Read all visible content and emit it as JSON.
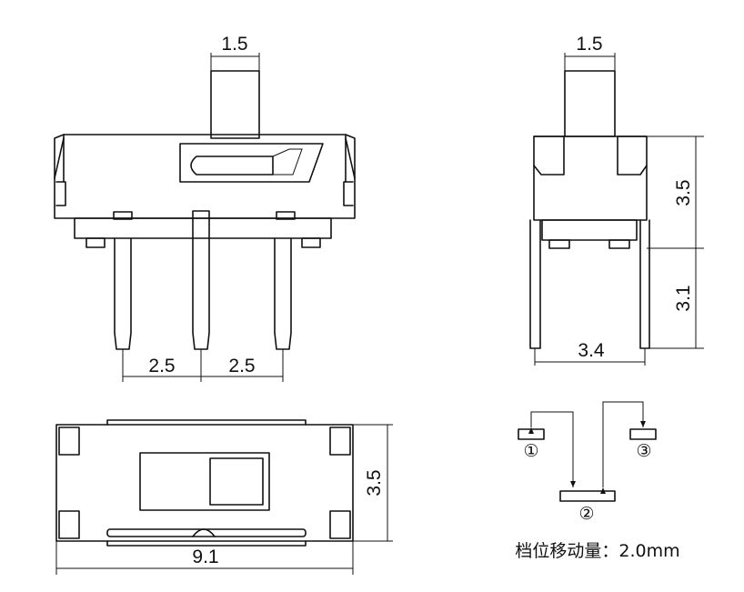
{
  "dimensions": {
    "front_actuator_width": "1.5",
    "front_pin_pitch_left": "2.5",
    "front_pin_pitch_right": "2.5",
    "side_actuator_width": "1.5",
    "side_body_height": "3.5",
    "side_pin_length": "3.1",
    "side_pin_span": "3.4",
    "top_body_length": "9.1",
    "top_body_width": "3.5"
  },
  "positions_diagram": {
    "pos1": "①",
    "pos2": "②",
    "pos3": "③"
  },
  "travel_note": "档位移动量：2.0mm"
}
